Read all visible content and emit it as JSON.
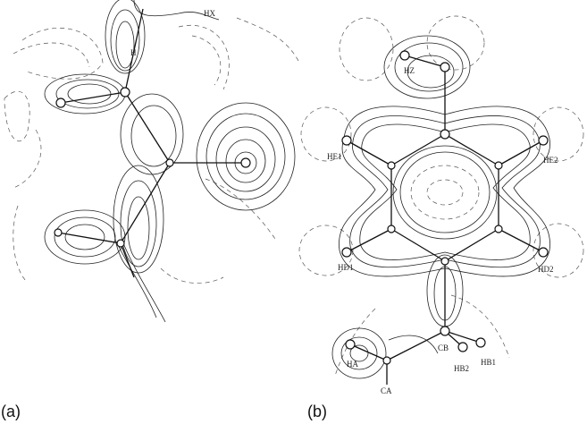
{
  "panels": {
    "a": {
      "caption": "(a)",
      "labels": [
        "HX",
        "H"
      ]
    },
    "b": {
      "caption": "(b)",
      "labels": [
        "HZ",
        "HE1",
        "HE2",
        "HD1",
        "HD2",
        "HB2",
        "HB1",
        "CA",
        "HA",
        "CB"
      ]
    }
  }
}
